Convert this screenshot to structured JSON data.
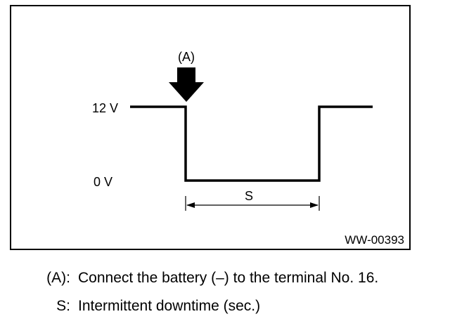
{
  "diagram": {
    "marker_label": "(A)",
    "high_label": "12 V",
    "low_label": "0 V",
    "interval_label": "S",
    "figure_code": "WW-00393"
  },
  "legend": [
    {
      "key": "(A):",
      "text": "Connect the battery (–) to the terminal No. 16."
    },
    {
      "key": "S:",
      "text": "Intermittent downtime (sec.)"
    }
  ]
}
